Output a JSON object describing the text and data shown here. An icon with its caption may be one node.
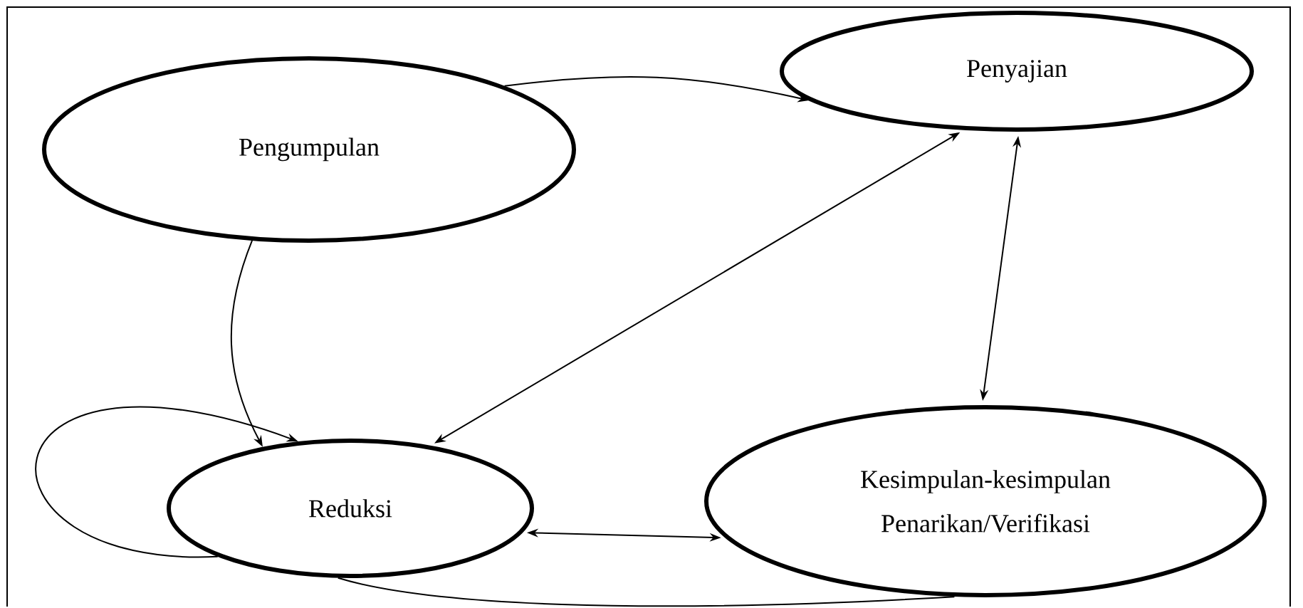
{
  "diagram": {
    "nodes": [
      {
        "text": [
          "Pengumpulan"
        ]
      },
      {
        "text": [
          "Penyajian"
        ]
      },
      {
        "text": [
          "Reduksi"
        ]
      },
      {
        "text": [
          "Kesimpulan-kesimpulan",
          "Penarikan/Verifikasi"
        ]
      }
    ],
    "edges": [
      {
        "from": 0,
        "to": 1,
        "arrow": "to"
      },
      {
        "from": 0,
        "to": 2,
        "arrow": "to"
      },
      {
        "from": 1,
        "to": 2,
        "arrow": "both"
      },
      {
        "from": 1,
        "to": 3,
        "arrow": "both"
      },
      {
        "from": 2,
        "to": 3,
        "arrow": "both"
      },
      {
        "from": 3,
        "to": 2,
        "arrow": "none"
      },
      {
        "from": 2,
        "to": 2,
        "arrow": "to"
      }
    ]
  }
}
